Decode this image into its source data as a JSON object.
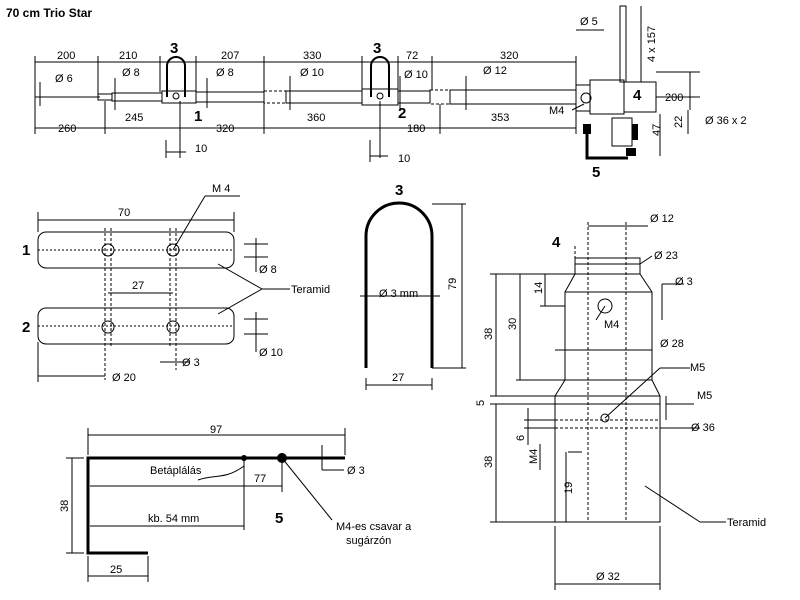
{
  "title": "70 cm Trio Star",
  "labels": {
    "part1": "1",
    "part2": "2",
    "part3": "3",
    "part4": "4",
    "part5": "5",
    "teramid": "Teramid",
    "betaplalas": "Betáplálás",
    "m4_csavar_1": "M4-es csavar a",
    "m4_csavar_2": "sugárzón",
    "m4": "M 4",
    "m4b": "M4",
    "m4c": "M4",
    "m5": "M5",
    "m5b": "M5"
  },
  "dims_main": {
    "d200": "200",
    "d210": "210",
    "d207": "207",
    "d330": "330",
    "d72": "72",
    "d320": "320",
    "d6": "Ø 6",
    "d8a": "Ø 8",
    "d8b": "Ø 8",
    "d10a": "Ø 10",
    "d10b": "Ø 10",
    "d12": "Ø 12",
    "d260": "260",
    "d245": "245",
    "d320b": "320",
    "d360": "360",
    "d180": "180",
    "d353": "353",
    "d10c": "10",
    "d10d": "10",
    "d5": "Ø 5",
    "d4x157": "4 x 157",
    "d200b": "200",
    "d36x2": "Ø  36 x 2",
    "d47": "47",
    "d22": "22"
  },
  "dims_plates": {
    "d70": "70",
    "d27": "27",
    "d8": "Ø  8",
    "d10": "Ø  10",
    "d20": "Ø 20",
    "d3": "Ø 3"
  },
  "dims_hairpin": {
    "d3mm": "Ø 3 mm",
    "d79": "79",
    "d27": "27"
  },
  "dims_bracket": {
    "d97": "97",
    "d77": "77",
    "d54": "kb. 54 mm",
    "d38": "38",
    "d25": "25",
    "d3": "Ø 3"
  },
  "dims_insulator": {
    "d12": "Ø 12",
    "d23": "Ø 23",
    "d3": "Ø 3",
    "d14": "14",
    "d30": "30",
    "d38a": "38",
    "d28": "Ø 28",
    "d5": "5",
    "d36": "Ø 36",
    "d6": "6",
    "d38b": "38",
    "d19": "19",
    "d32": "Ø 32"
  }
}
